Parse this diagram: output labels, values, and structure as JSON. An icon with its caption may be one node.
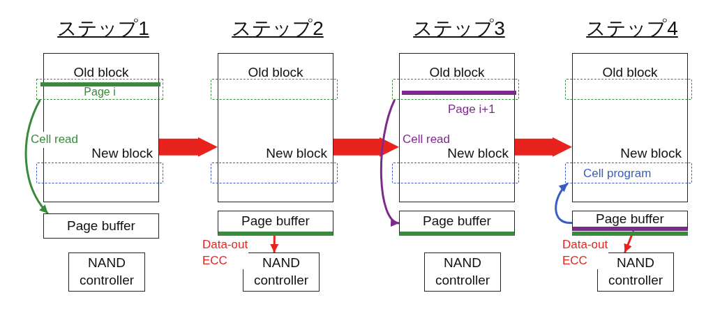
{
  "diagram": {
    "nodes": [
      {
        "text": [
          "Old block",
          "New block"
        ]
      },
      {
        "text": [
          "Page i"
        ]
      },
      {
        "text": [],
        "shape": "box"
      },
      {
        "text": [
          "Page buffer"
        ]
      },
      {
        "text": [
          "NAND controller"
        ]
      },
      {
        "text": [
          "Old block",
          "New block"
        ]
      },
      {
        "text": [],
        "shape": "box"
      },
      {
        "text": [],
        "shape": "box"
      },
      {
        "text": [
          "Page buffer"
        ]
      },
      {
        "text": [
          "NAND controller"
        ]
      },
      {
        "text": [
          "Old block",
          "New block"
        ]
      },
      {
        "text": [],
        "shape": "box",
        "beside": [
          "Page i+1"
        ]
      },
      {
        "text": [],
        "shape": "box"
      },
      {
        "text": [
          "Page buffer"
        ]
      },
      {
        "text": [
          "NAND controller"
        ]
      },
      {
        "text": [
          "Old block",
          "New block"
        ]
      },
      {
        "text": [],
        "shape": "box"
      },
      {
        "text": [],
        "shape": "box"
      },
      {
        "text": [
          "Page buffer"
        ]
      },
      {
        "text": [
          "NAND controller"
        ]
      }
    ],
    "edges": [
      {
        "from": 1,
        "to": 3,
        "arrow": "to",
        "label": "Cell read",
        "color": "#3a8a3e"
      },
      {
        "from": 0,
        "to": 5,
        "arrow": "to",
        "style": "thick",
        "color": "#e8231e"
      },
      {
        "from": 8,
        "to": 9,
        "arrow": "to",
        "label": "Data-out ECC",
        "color": "#e8231e"
      },
      {
        "from": 5,
        "to": 10,
        "arrow": "to",
        "style": "thick",
        "color": "#e8231e"
      },
      {
        "from": 11,
        "to": 13,
        "arrow": "to",
        "label": "Cell read",
        "color": "#7d2b8b"
      },
      {
        "from": 10,
        "to": 15,
        "arrow": "to",
        "style": "thick",
        "color": "#e8231e"
      },
      {
        "from": 18,
        "to": 17,
        "arrow": "to",
        "label": "Cell program",
        "color": "#3a5cc4"
      },
      {
        "from": 18,
        "to": 19,
        "arrow": "to",
        "label": "Data-out ECC",
        "color": "#e8231e"
      }
    ],
    "labels": [
      "ステップ1",
      "ステップ2",
      "ステップ3",
      "ステップ4"
    ]
  }
}
